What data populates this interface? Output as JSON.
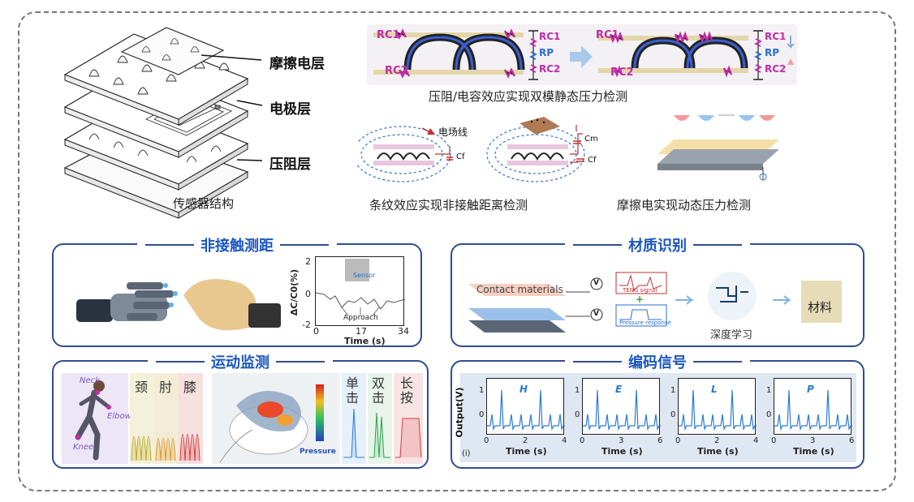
{
  "structure": {
    "layers": [
      "摩擦电层",
      "电极层",
      "压阻层"
    ],
    "caption": "传感器结构"
  },
  "piezo": {
    "labels_left": [
      "RC1",
      "RC2"
    ],
    "labels_mid": [
      "RC1",
      "RP",
      "RC2"
    ],
    "labels_right_top": "RC1",
    "labels_right_mid": [
      "RC1",
      "RP",
      "RC2"
    ],
    "labels_right_bottom": "RC2",
    "caption": "压阻/电容效应实现双模静态压力检测"
  },
  "fringe": {
    "field_label": "电场线",
    "cap_labels": [
      "Cf",
      "Cm",
      "Cf"
    ],
    "caption": "条纹效应实现非接触距离检测"
  },
  "triboelectric": {
    "caption": "摩擦电实现动态压力检测"
  },
  "proximity": {
    "title": "非接触测距",
    "chart_data": {
      "type": "line",
      "xlabel": "Time (s)",
      "ylabel": "ΔC/C0(%)",
      "x_ticks": [
        "0",
        "17",
        "34"
      ],
      "y_ticks": [
        "2",
        "0",
        "-2"
      ],
      "annotation_approach": "Approach",
      "annotation_sensor": "Sensor"
    }
  },
  "material": {
    "title": "材质识别",
    "contact_label": "Contact materials",
    "teng_label": "TENG signal",
    "pressure_label": "Pressure response",
    "dl_label": "深度学习",
    "output_label": "材料",
    "v_symbol": "V",
    "plus": "+"
  },
  "motion": {
    "title": "运动监测",
    "body_labels": [
      "Neck",
      "Elbow",
      "Knee"
    ],
    "strip_labels": [
      "颈",
      "肘",
      "膝"
    ],
    "pressure_label": "Pressure",
    "press_labels": [
      "单击",
      "双击",
      "长按"
    ]
  },
  "encoding": {
    "title": "编码信号",
    "chart_data": {
      "type": "line",
      "ylabel": "Output(V)",
      "xlabel": "Time (s)",
      "panel_label": "(i)",
      "panels": [
        {
          "letter": "H",
          "x_ticks": [
            "0",
            "2",
            "4"
          ]
        },
        {
          "letter": "E",
          "x_ticks": [
            "0",
            "3",
            "6"
          ]
        },
        {
          "letter": "L",
          "x_ticks": [
            "0",
            "2",
            "4"
          ]
        },
        {
          "letter": "P",
          "x_ticks": [
            "0",
            "3",
            "6"
          ]
        }
      ],
      "y_ticks": [
        "1",
        "0"
      ]
    }
  },
  "colors": {
    "panel_border": "#2f4d8f",
    "title_blue": "#1a56c0",
    "signal_blue": "#2a7bd6",
    "field_blue": "#2a6fd0",
    "magenta": "#c02ca8"
  }
}
